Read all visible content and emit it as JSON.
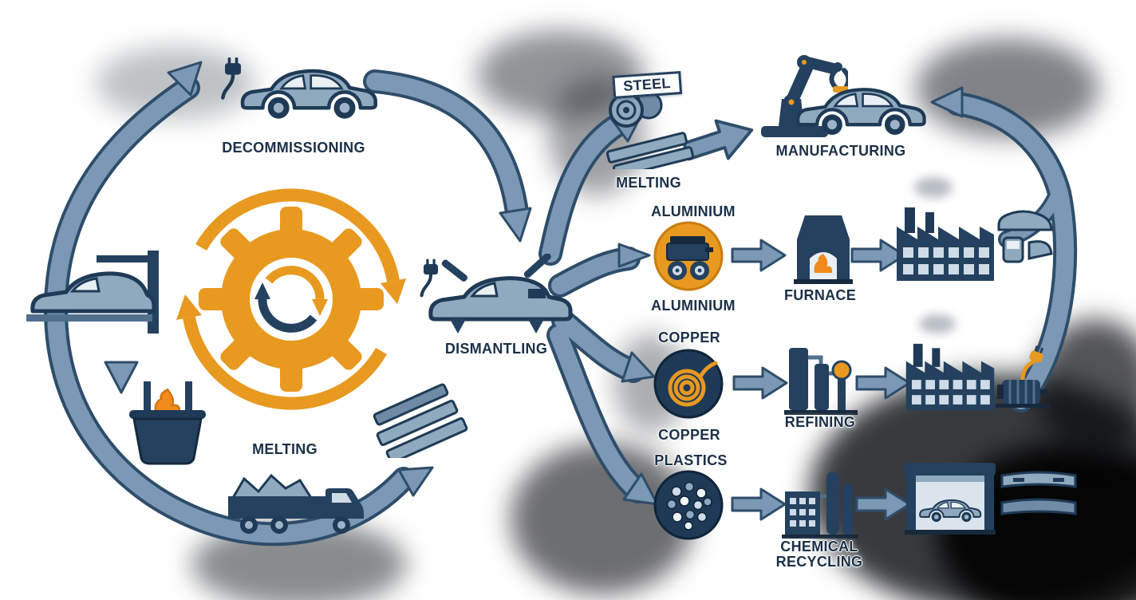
{
  "title": "Car recycling circular process diagram",
  "colors": {
    "steel_blue": "#7b99b4",
    "arrow_outline": "#2e4d6a",
    "navy": "#1e3a56",
    "orange": "#e8991f",
    "label_text": "#1b3048"
  },
  "labels": {
    "decommissioning": "DECOMMISSIONING",
    "melting_left": "MELTING",
    "dismantling": "DISMANTLING",
    "steel": "STEEL",
    "melting_right": "MELTING",
    "manufacturing": "MANUFACTURING",
    "aluminium_top": "ALUMINIUM",
    "aluminium_bottom": "ALUMINIUM",
    "furnace": "FURNACE",
    "copper_top": "COPPER",
    "copper_bottom": "COPPER",
    "refining": "REFINING",
    "plastics": "PLASTICS",
    "chemical_line1": "CHEMICAL",
    "chemical_line2": "RECYCLING"
  },
  "icons": {
    "decommissioning": "car-with-plug-icon",
    "cycle_center": "recycle-gear-icon",
    "left_shredding": "car-on-lift-icon",
    "left_melting": "melting-pot-icon",
    "left_transport": "scrap-truck-icon",
    "left_steel": "steel-beams-icon",
    "dismantling": "dismantled-car-icon",
    "steel_melting": "steel-coil-beams-icon",
    "manufacturing": "robot-arm-icon, car-icon",
    "aluminium": "engine-circle-icon",
    "aluminium_process": "furnace-icon",
    "aluminium_output": "factory-car-parts-icon",
    "copper": "copper-coil-circle-icon",
    "copper_process": "refinery-columns-icon",
    "copper_output": "factory-electric-motor-icon",
    "plastics": "plastic-pellets-circle-icon",
    "plastics_process": "chemical-plant-icon",
    "plastics_output": "garage-car-bumpers-icon"
  }
}
